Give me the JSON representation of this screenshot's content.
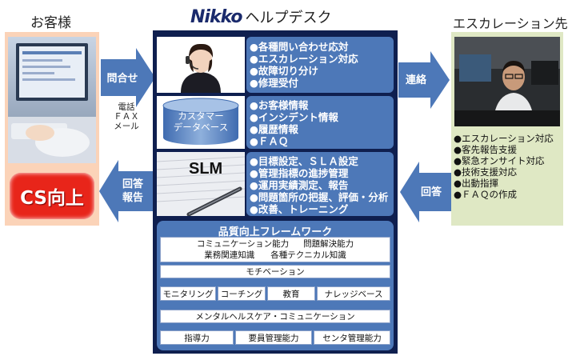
{
  "header": {
    "customer_title": "お客様",
    "helpdesk_logo": "Nikko",
    "helpdesk_title": "ヘルプデスク",
    "escalation_title": "エスカレーション先"
  },
  "left": {
    "inquiry_label": "問合せ",
    "channels": [
      "電話",
      "ＦＡＸ",
      "メール"
    ],
    "reply_label_1": "回答",
    "reply_label_2": "報告",
    "cs_badge": "CS向上"
  },
  "right": {
    "contact_label": "連絡",
    "answer_label": "回答",
    "items": [
      "●エスカレーション対応",
      "●客先報告支援",
      "●緊急オンサイト対応",
      "●技術支援対応",
      "●出動指揮",
      "●ＦＡＱの作成"
    ]
  },
  "services": {
    "reception": [
      "●各種問い合わせ応対",
      "●エスカレーション対応",
      "●故障切り分け",
      "●修理受付"
    ],
    "db_label_1": "カスタマー",
    "db_label_2": "データベース",
    "database": [
      "●お客様情報",
      "●インシデント情報",
      "●履歴情報",
      "●ＦＡＱ"
    ],
    "slm_label": "SLM",
    "slm": [
      "●目標設定、ＳＬＡ設定",
      "●管理指標の進捗管理",
      "●運用実績測定、報告",
      "●問題箇所の把握、評価・分析",
      "●改善、トレーニング"
    ]
  },
  "framework": {
    "title": "品質向上フレームワーク",
    "row1_a": "コミュニケーション能力",
    "row1_b": "問題解決能力",
    "row1_c": "業務関連知識",
    "row1_d": "各種テクニカル知識",
    "motivation": "モチベーション",
    "row3": [
      "モニタリング",
      "コーチング",
      "教育",
      "ナレッジベース"
    ],
    "mental": "メンタルヘルスケア・コミュニケーション",
    "row5": [
      "指導力",
      "要員管理能力",
      "センタ管理能力"
    ]
  },
  "colors": {
    "panel": "#0f1f4f",
    "blue": "#4d78b8",
    "cs_red": "#e8251a",
    "left_bg": "#fbd3b8",
    "right_bg": "#dfe8c4"
  }
}
